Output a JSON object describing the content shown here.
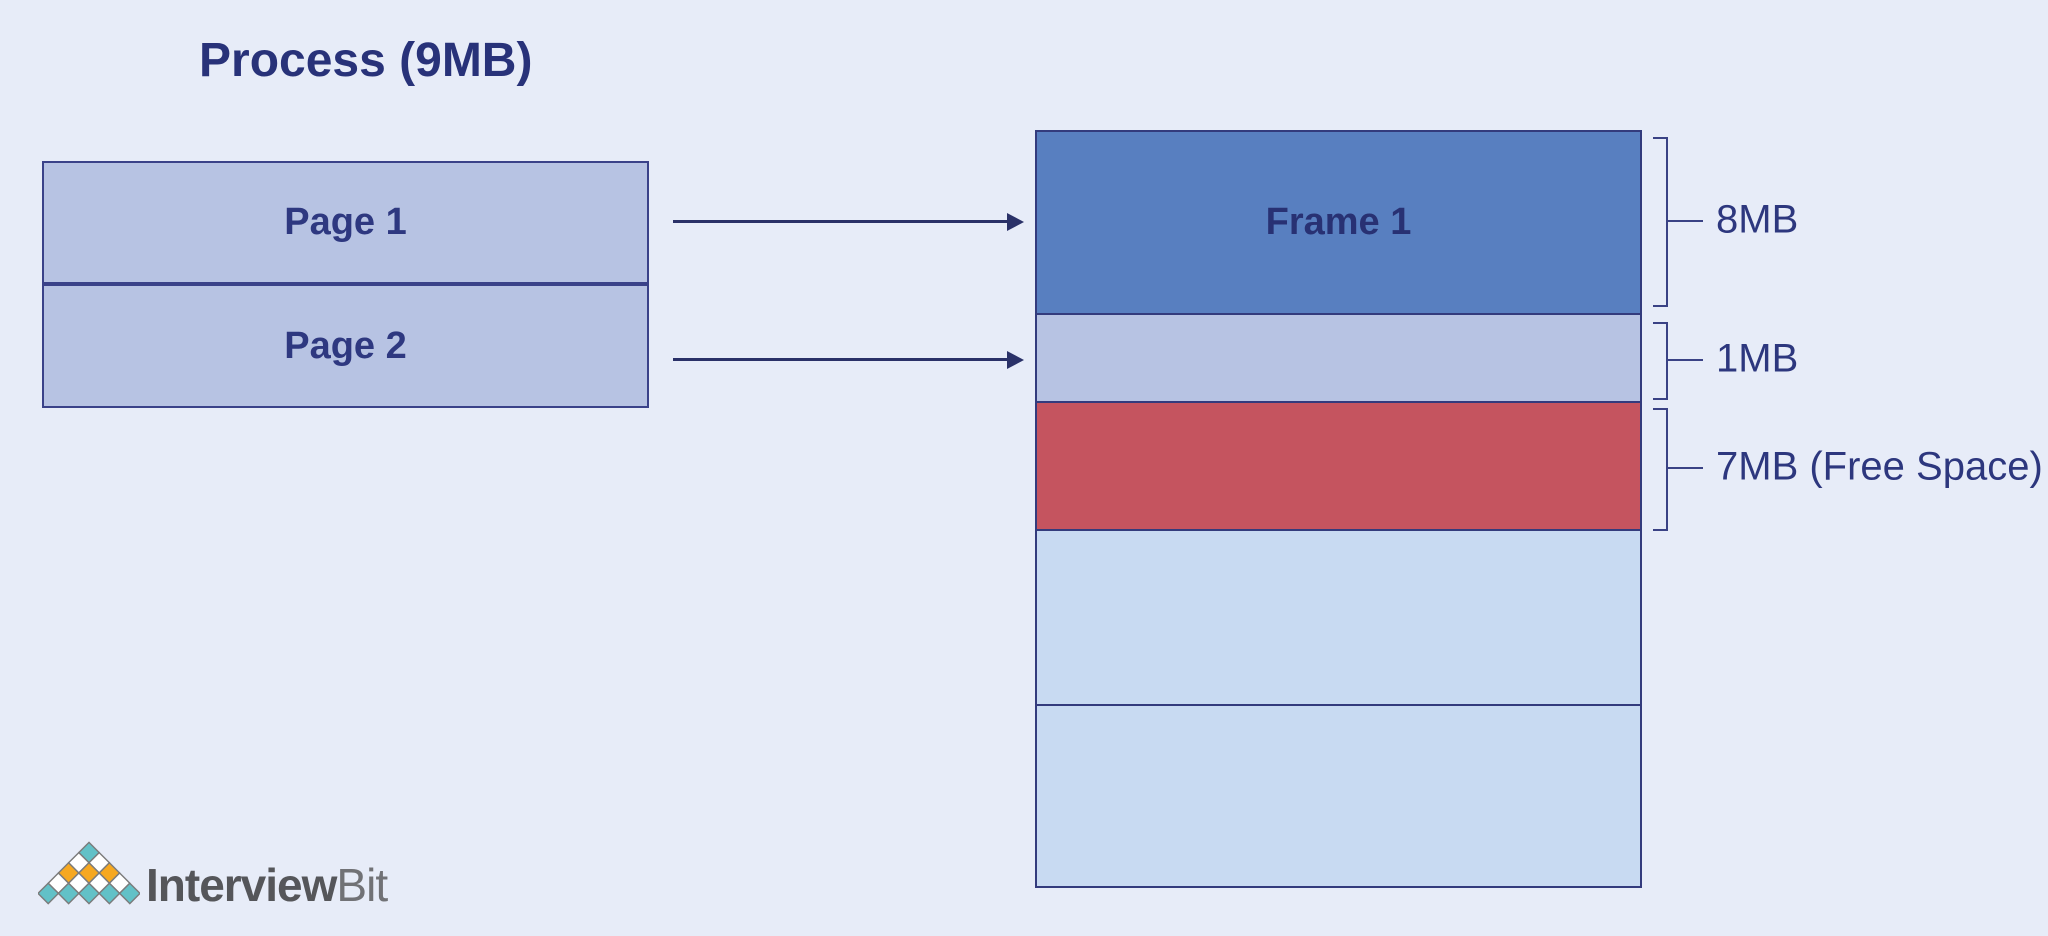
{
  "diagram": {
    "title": "Process (9MB)",
    "process_pages": [
      {
        "label": "Page 1"
      },
      {
        "label": "Page 2"
      }
    ],
    "memory_blocks": [
      {
        "label": "Frame 1",
        "annotation": "8MB",
        "fill": "#587FC0"
      },
      {
        "label": "",
        "annotation": "1MB",
        "fill": "#B7C3E3"
      },
      {
        "label": "",
        "annotation": "7MB (Free Space)",
        "fill": "#C5545F"
      },
      {
        "label": "",
        "annotation": "",
        "fill": "#C8DAF2"
      },
      {
        "label": "",
        "annotation": "",
        "fill": "#C8DAF2"
      }
    ],
    "arrows": [
      {
        "from": "Page 1",
        "to": "Frame 1"
      },
      {
        "from": "Page 2",
        "to": "1MB"
      }
    ]
  },
  "colors": {
    "background": "#E7ECF8",
    "page_fill": "#B7C3E3",
    "frame_fill": "#587FC0",
    "free_space_fill": "#C5545F",
    "empty_fill": "#C8DAF2",
    "navy_text": "#2D377E",
    "box_border": "#333B7D",
    "arrow": "#2A3168",
    "bracket": "#3A4285"
  },
  "logo": {
    "brand_bold": "Interview",
    "brand_light": "Bit",
    "pyramid_rows": [
      [
        "teal"
      ],
      [
        "white",
        "white"
      ],
      [
        "orange",
        "orange",
        "orange"
      ],
      [
        "white",
        "white",
        "white",
        "white"
      ],
      [
        "teal",
        "teal",
        "teal",
        "teal",
        "teal"
      ]
    ],
    "palette": {
      "teal": "#62C1C7",
      "orange": "#F6A821",
      "white": "#FFFFFF",
      "outline": "#7B7B7B"
    }
  }
}
